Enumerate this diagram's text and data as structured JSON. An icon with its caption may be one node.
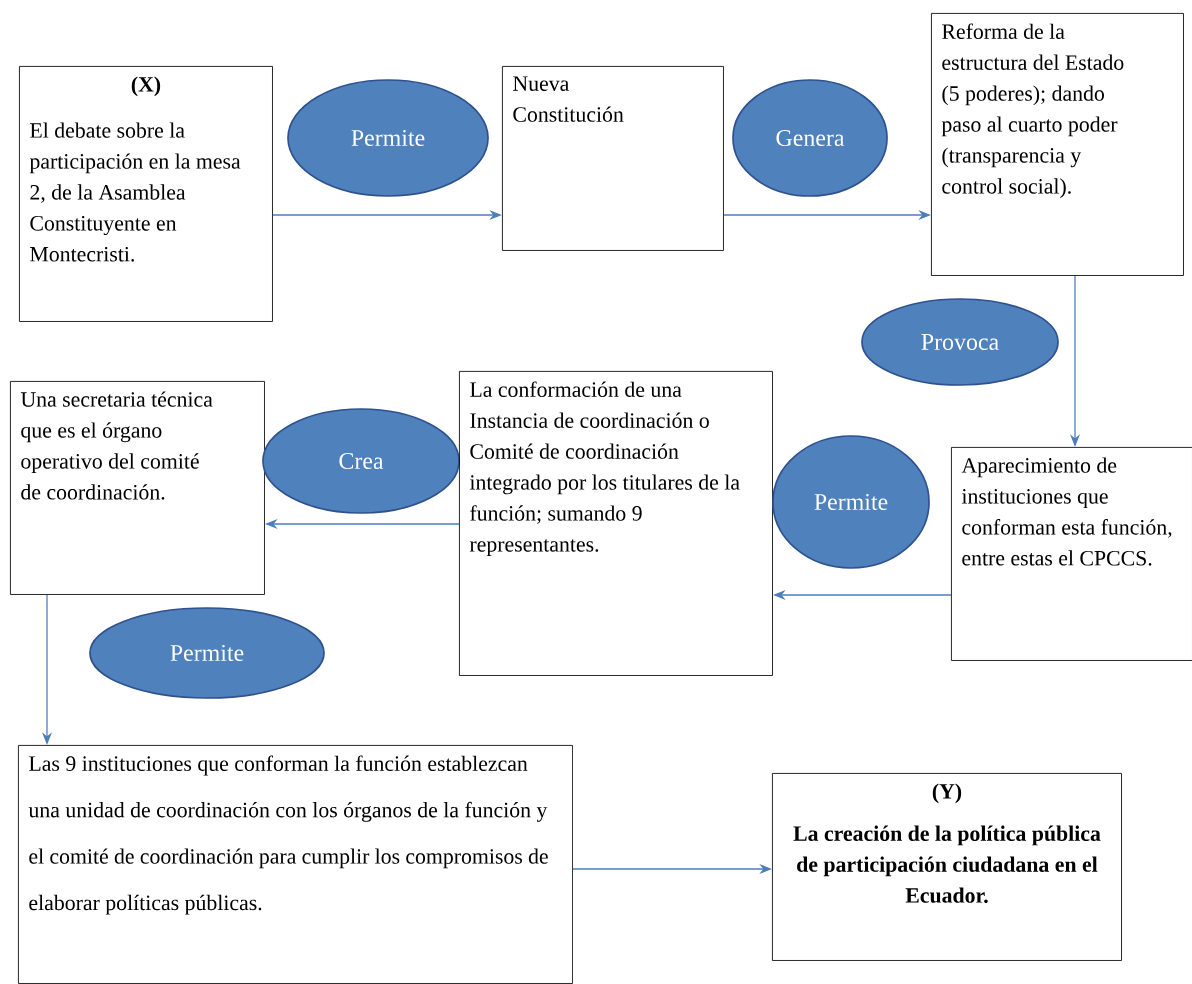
{
  "diagram": {
    "nodes": [
      {
        "text": [
          "(X)",
          "El debate sobre la participación en la mesa 2, de la Asamblea Constituyente en Montecristi."
        ]
      },
      {
        "text": [
          "Permite"
        ]
      },
      {
        "text": [
          "Nueva Constitución"
        ]
      },
      {
        "text": [
          "Genera"
        ]
      },
      {
        "text": [
          "Reforma de la estructura del Estado (5 poderes); dando paso al cuarto poder (transparencia y control social)."
        ]
      },
      {
        "text": [
          "Provoca"
        ]
      },
      {
        "text": [
          "Una secretaria técnica que es el órgano operativo del comité de coordinación."
        ]
      },
      {
        "text": [
          "Crea"
        ]
      },
      {
        "text": [
          "La conformación de una Instancia de coordinación o Comité de coordinación integrado por los titulares de la función; sumando 9 representantes."
        ]
      },
      {
        "text": [
          "Permite"
        ]
      },
      {
        "text": [
          "Aparecimiento de instituciones que conforman esta función, entre estas el CPCCS."
        ]
      },
      {
        "text": [
          "Permite"
        ]
      },
      {
        "text": [
          "Las 9 instituciones que conforman la función establezcan una unidad de coordinación con los órganos de la función y el comité de coordinación para cumplir los compromisos de elaborar políticas públicas."
        ]
      },
      {
        "text": [
          "(Y)",
          "La creación de la política pública de participación ciudadana en el Ecuador."
        ]
      }
    ],
    "edges": [
      {
        "from": 0,
        "to": 2,
        "arrow": "to"
      },
      {
        "from": 2,
        "to": 4,
        "arrow": "to"
      },
      {
        "from": 4,
        "to": 10,
        "arrow": "to"
      },
      {
        "from": 10,
        "to": 8,
        "arrow": "to"
      },
      {
        "from": 8,
        "to": 6,
        "arrow": "to"
      },
      {
        "from": 6,
        "to": 12,
        "arrow": "to"
      },
      {
        "from": 12,
        "to": 13,
        "arrow": "to"
      }
    ]
  }
}
